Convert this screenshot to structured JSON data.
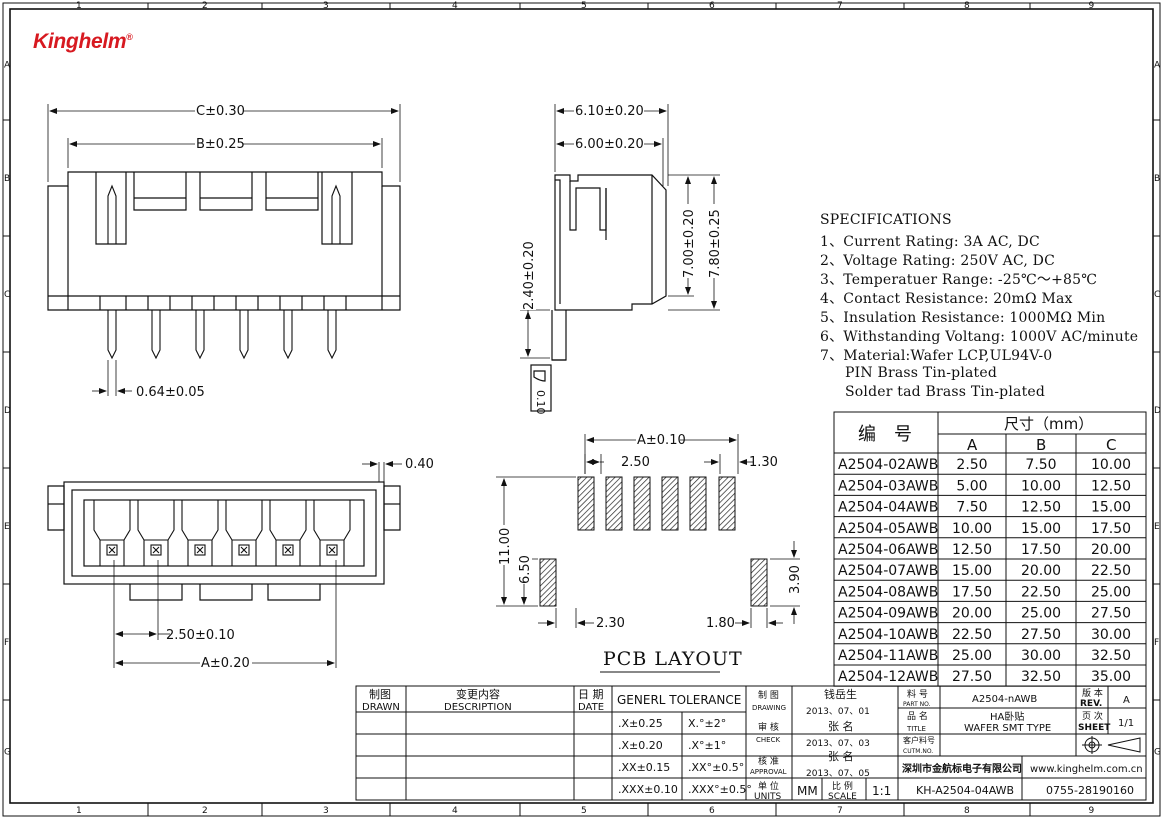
{
  "logo": {
    "text": "Kinghelm",
    "mark": "®"
  },
  "border": {
    "cols": [
      "1",
      "2",
      "3",
      "4",
      "5",
      "6",
      "7",
      "8",
      "9"
    ],
    "rows": [
      "A",
      "B",
      "C",
      "D",
      "E",
      "F",
      "G"
    ]
  },
  "dims": {
    "c_len": "C±0.30",
    "b_len": "B±0.25",
    "pin_width": "0.64±0.05",
    "side_w1": "6.10±0.20",
    "side_w2": "6.00±0.20",
    "h_700": "7.00±0.20",
    "h_780": "7.80±0.25",
    "h_240": "2.40±0.20",
    "pin_thk": "0.10",
    "tab_040": "0.40",
    "pitch": "2.50±0.10",
    "a_len": "A±0.20",
    "pcb_a": "A±0.10",
    "pcb_250": "2.50",
    "pcb_130": "1.30",
    "pcb_1100": "11.00",
    "pcb_650": "6.50",
    "pcb_390": "3.90",
    "pcb_230": "2.30",
    "pcb_180": "1.80"
  },
  "pcb_layout_title": "PCB LAYOUT",
  "specs": {
    "title": "SPECIFICATIONS",
    "lines": [
      "1、Current Rating: 3A AC, DC",
      "2、Voltage Rating: 250V AC, DC",
      "3、Temperatuer Range: -25℃～+85℃",
      "4、Contact Resistance: 20mΩ Max",
      "5、Insulation Resistance: 1000MΩ Min",
      "6、Withstanding Voltang: 1000V AC/minute",
      "7、Material:Wafer LCP,UL94V-0",
      "PIN Brass Tin-plated",
      "Solder tad Brass Tin-plated"
    ]
  },
  "dim_table": {
    "col_no": "编　号",
    "col_size": "尺寸（mm）",
    "cols": [
      "A",
      "B",
      "C"
    ],
    "rows": [
      [
        "A2504-02AWB",
        "2.50",
        "7.50",
        "10.00"
      ],
      [
        "A2504-03AWB",
        "5.00",
        "10.00",
        "12.50"
      ],
      [
        "A2504-04AWB",
        "7.50",
        "12.50",
        "15.00"
      ],
      [
        "A2504-05AWB",
        "10.00",
        "15.00",
        "17.50"
      ],
      [
        "A2504-06AWB",
        "12.50",
        "17.50",
        "20.00"
      ],
      [
        "A2504-07AWB",
        "15.00",
        "20.00",
        "22.50"
      ],
      [
        "A2504-08AWB",
        "17.50",
        "22.50",
        "25.00"
      ],
      [
        "A2504-09AWB",
        "20.00",
        "25.00",
        "27.50"
      ],
      [
        "A2504-10AWB",
        "22.50",
        "27.50",
        "30.00"
      ],
      [
        "A2504-11AWB",
        "25.00",
        "30.00",
        "32.50"
      ],
      [
        "A2504-12AWB",
        "27.50",
        "32.50",
        "35.00"
      ]
    ]
  },
  "title_block": {
    "drawn_cn": "制图",
    "drawn_en": "DRAWN",
    "desc_cn": "变更内容",
    "desc_en": "DESCRIPTION",
    "date_cn": "日 期",
    "date_en": "DATE",
    "tol_title": "GENERL TOLERANCE",
    "tol": [
      [
        ".X±0.25",
        "X.°±2°"
      ],
      [
        ".X±0.20",
        ".X°±1°"
      ],
      [
        ".XX±0.15",
        ".XX°±0.5°"
      ],
      [
        ".XXX±0.10",
        ".XXX°±0.5°"
      ]
    ],
    "drawing_cn": "制 图",
    "drawing_en": "DRAWING",
    "drawer": "钱岳生",
    "draw_date": "2013、07、01",
    "check_cn": "审 核",
    "check_en": "CHECK",
    "checker": "张 名",
    "check_date": "2013、07、03",
    "approval_cn": "核 准",
    "approval_en": "APPROVAL",
    "approver": "张 名",
    "approval_date": "2013、07、05",
    "units_cn": "单 位",
    "units_en": "UNITS",
    "units": "MM",
    "scale_cn": "比 例",
    "scale_en": "SCALE",
    "scale": "1:1",
    "partno_cn": "料 号",
    "partno_en": "PART NO.",
    "partno": "A2504-nAWB",
    "title_cn": "品 名",
    "title_en": "TITLE",
    "title1": "HA卧贴",
    "title2": "WAFER SMT TYPE",
    "cust_cn": "客户料号",
    "cust_en": "CUTM.NO.",
    "rev_cn": "版 本",
    "rev_en": "REV.",
    "rev": "A",
    "sheet_cn": "页 次",
    "sheet_en": "SHEET",
    "sheet": "1/1",
    "company": "深圳市金航标电子有限公司",
    "web": "www.kinghelm.com.cn",
    "model": "KH-A2504-04AWB",
    "phone": "0755-28190160"
  }
}
